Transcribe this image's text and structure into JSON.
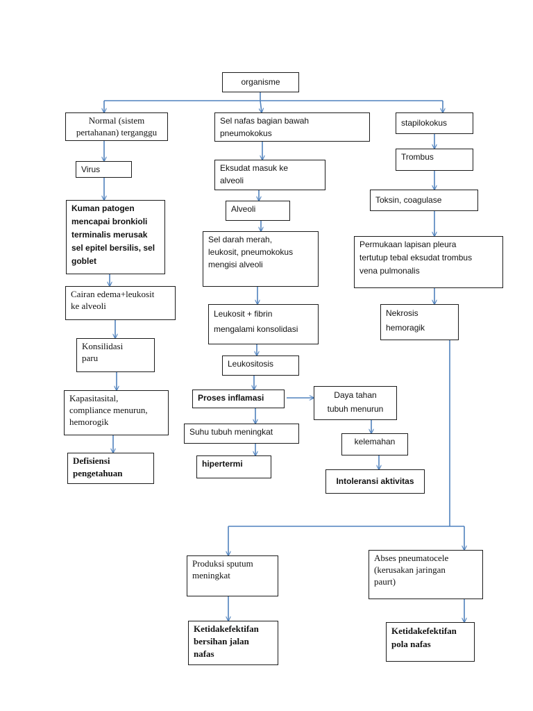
{
  "nodes": {
    "organisme": "organisme",
    "normal": "Normal  (sistem\npertahanan) terganggu",
    "sel_nafas": "Sel nafas bagian bawah\npneumokokus",
    "stapilokokus": "stapilokokus",
    "virus": "Virus",
    "eksudat": "Eksudat masuk ke\nalveoli",
    "trombus": "Trombus",
    "alveoli": "Alveoli",
    "toksin": "Toksin, coagulase",
    "kuman": "Kuman patogen\nmencapai bronkioli\nterminalis merusak\nsel epitel bersilis, sel\ngoblet",
    "sel_darah": "Sel darah merah,\nleukosit, pneumokokus\nmengisi alveoli",
    "permukaan": "Permukaan lapisan pleura\ntertutup tebal eksudat trombus\nvena pulmonalis",
    "cairan": "Cairan edema+leukosit\nke alveoli",
    "leukosit_fibrin": "Leukosit + fibrin\nmengalami konsolidasi",
    "nekrosis": "Nekrosis\nhemoragik",
    "konsilidasi": "Konsilidasi\nparu",
    "leukositosis": "Leukositosis",
    "proses_inflamasi": "Proses inflamasi",
    "daya_tahan": "Daya tahan\ntubuh menurun",
    "kapasitas": "Kapasitasital,\ncompliance menurun,\nhemorogik",
    "suhu": "Suhu tubuh meningkat",
    "kelemahan": "kelemahan",
    "defisiensi": "Defisiensi\npengetahuan",
    "hipertermi": "hipertermi",
    "intoleransi": "Intoleransi aktivitas",
    "produksi_sputum": "Produksi sputum\nmeningkat",
    "abses": "Abses pneumatocele\n(kerusakan jaringan\npaurt)",
    "bersihan": "Ketidakefektifan\nbersihan jalan\nnafas",
    "pola_nafas": "Ketidakefektifan\npola nafas"
  },
  "colors": {
    "arrow": "#4f81bd",
    "border": "#1a1a1a"
  }
}
